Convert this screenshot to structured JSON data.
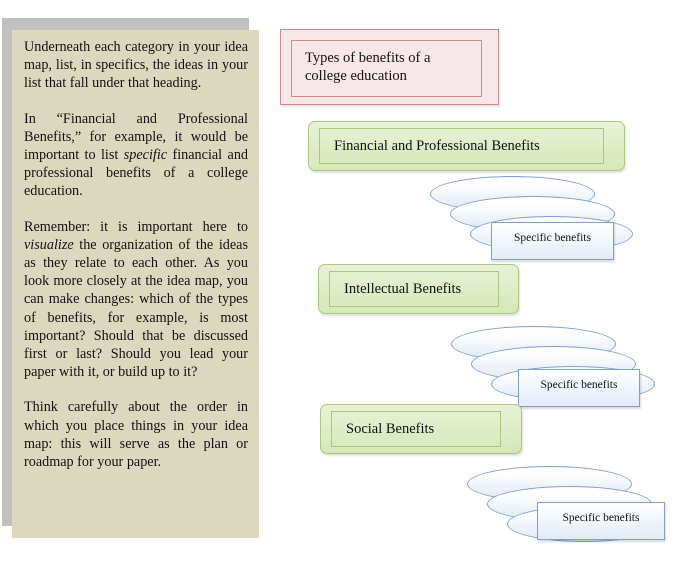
{
  "panel": {
    "p1": "Underneath each category in your idea map, list, in specifics, the ideas in your list that fall under that heading.",
    "p2_a": "In “Financial and Professional Benefits,” for example, it would be important to list ",
    "p2_em": "specific",
    "p2_b": " financial and professional benefits of a college education.",
    "p3_a": "Remember: it is important here to ",
    "p3_em": "visualize",
    "p3_b": " the organization of the ideas as they relate to each other. As you look more closely at the idea map, you can make changes: which of the types of benefits, for example, is most important? Should that be discussed first or last?  Should you lead your paper with it, or build up to it?",
    "p4": "Think carefully about the order in which you place things in your idea map: this will serve as the plan or roadmap for your paper."
  },
  "diagram": {
    "title": "Types of benefits of a college education",
    "categories": [
      {
        "label": "Financial and Professional Benefits",
        "detail": "Specific benefits"
      },
      {
        "label": "Intellectual Benefits",
        "detail": "Specific benefits"
      },
      {
        "label": "Social Benefits",
        "detail": "Specific benefits"
      }
    ]
  },
  "colors": {
    "panel_fill": "#dcd8c0",
    "title_border": "#d18a8c",
    "category_fill": "#d6e7b9",
    "detail_border": "#7f9ecb"
  }
}
